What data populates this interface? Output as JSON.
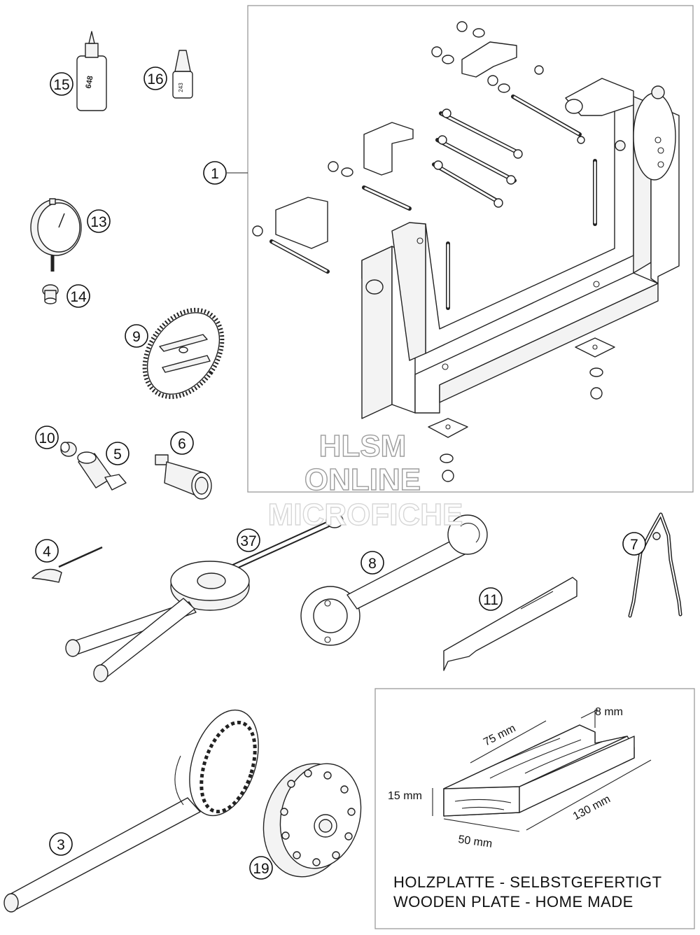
{
  "callouts": [
    {
      "id": "c15",
      "label": "15"
    },
    {
      "id": "c16",
      "label": "16"
    },
    {
      "id": "c1",
      "label": "1"
    },
    {
      "id": "c13",
      "label": "13"
    },
    {
      "id": "c14",
      "label": "14"
    },
    {
      "id": "c9",
      "label": "9"
    },
    {
      "id": "c10",
      "label": "10"
    },
    {
      "id": "c5",
      "label": "5"
    },
    {
      "id": "c6",
      "label": "6"
    },
    {
      "id": "c4",
      "label": "4"
    },
    {
      "id": "c37",
      "label": "37"
    },
    {
      "id": "c8",
      "label": "8"
    },
    {
      "id": "c7",
      "label": "7"
    },
    {
      "id": "c11",
      "label": "11"
    },
    {
      "id": "c3",
      "label": "3"
    },
    {
      "id": "c19",
      "label": "19"
    }
  ],
  "product_labels": {
    "loctite_648": "648",
    "loctite_243": "243"
  },
  "watermark": {
    "line1": "HLSM",
    "line2": "ONLINE",
    "line3": "MICROFICHE"
  },
  "wooden_plate": {
    "dimensions": {
      "d8": "8 mm",
      "d75": "75 mm",
      "d15": "15 mm",
      "d130": "130 mm",
      "d50": "50 mm"
    },
    "note_de": "HOLZPLATTE - SELBSTGEFERTIGT",
    "note_en": "WOODEN PLATE - HOME MADE"
  }
}
